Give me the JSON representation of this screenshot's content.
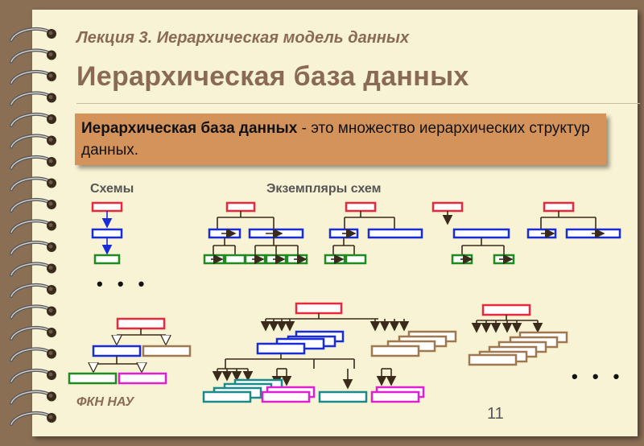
{
  "header": {
    "lecture_title": "Лекция 3. Иерархическая модель данных",
    "main_title": "Иерархическая база данных"
  },
  "definition": {
    "term": "Иерархическая база данных",
    "rest": " - это множество иерархических структур данных."
  },
  "labels": {
    "schemas": "Схемы",
    "instances": "Экземпляры схем"
  },
  "ellipsis": "• • •",
  "footer": "ФКН НАУ",
  "page_number": "11",
  "colors": {
    "background": "#8a6f55",
    "slide": "#f8f3d4",
    "title": "#8a6a55",
    "definition_box": "#d4935a",
    "root_node": "#e8283c",
    "blue_node": "#1a2bd8",
    "green_node": "#1f8a1f",
    "brown_node": "#a07850",
    "magenta_node": "#e020d0",
    "teal_node": "#1a8a8a",
    "connector": "#3a2a1a"
  },
  "icons": [
    "spiral-binding-icon",
    "tree-node-icon",
    "arrow-icon"
  ]
}
